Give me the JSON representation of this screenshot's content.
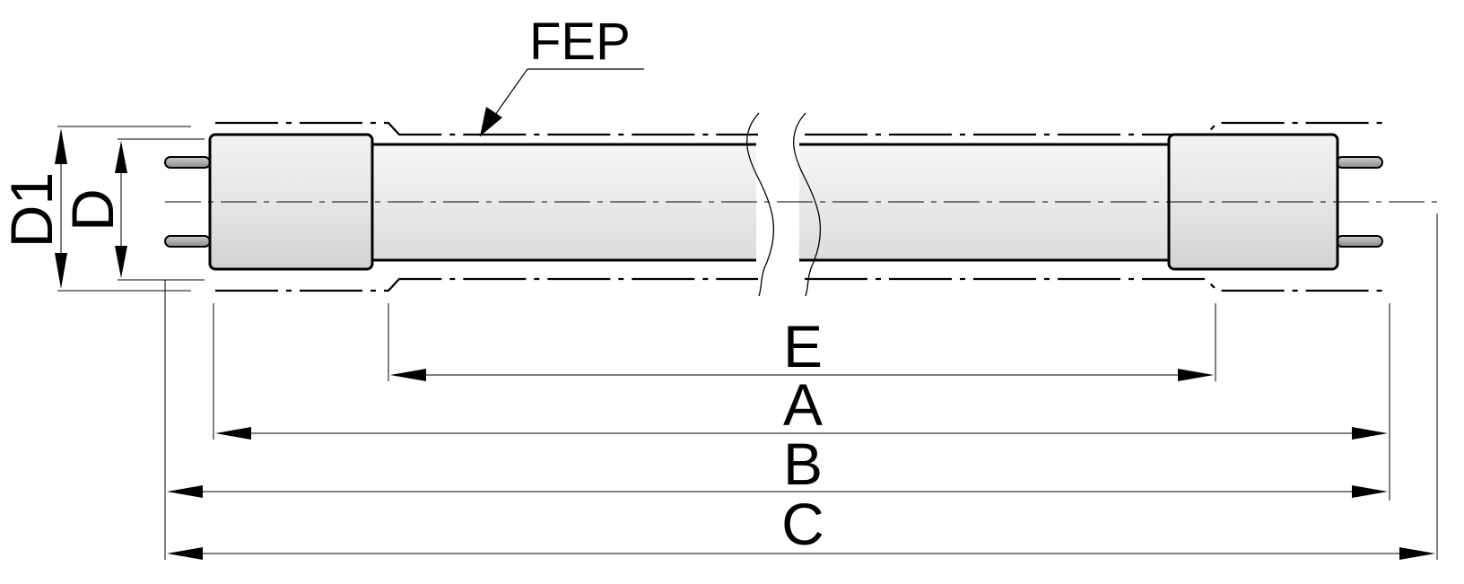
{
  "labels": {
    "fep": "FEP",
    "d1": "D1",
    "d": "D",
    "e": "E",
    "a": "A",
    "b": "B",
    "c": "C"
  },
  "colors": {
    "line": "#000000",
    "body_fill": "#ececec",
    "cap_fill": "#e6e6e6",
    "pin_fill": "#a0a0a0"
  }
}
